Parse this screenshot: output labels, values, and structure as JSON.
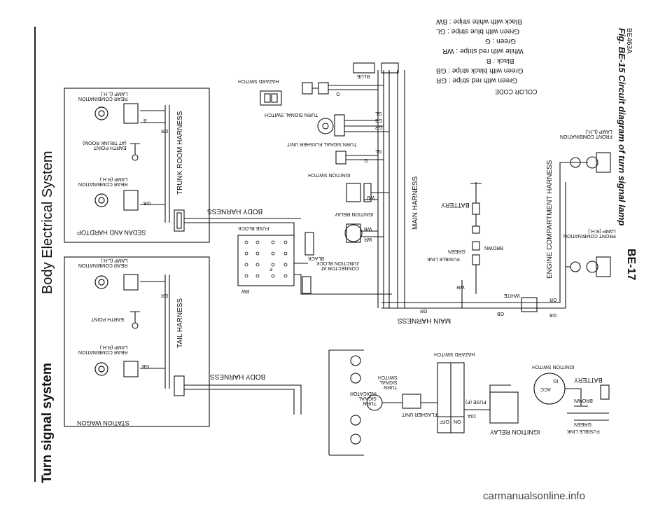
{
  "header": {
    "section_title": "Body Electrical System",
    "page_topic": "Turn signal system",
    "page_number": "BE-17",
    "figure_caption": "Fig. BE-15 Circuit diagram of turn signal lamp",
    "figure_code": "BE463A"
  },
  "color_code": {
    "title": "COLOR CODE",
    "entries": [
      {
        "code": "GR",
        "meaning": "Green with red stripe"
      },
      {
        "code": "GB",
        "meaning": "Green with black stripe"
      },
      {
        "code": "B",
        "meaning": "Black"
      },
      {
        "code": "WR",
        "meaning": "White with red stripe"
      },
      {
        "code": "G",
        "meaning": "Green"
      },
      {
        "code": "GL",
        "meaning": "Green with blue stripe"
      },
      {
        "code": "BW",
        "meaning": "Black with white stripe"
      }
    ]
  },
  "groups": {
    "sedan": "SEDAN AND HARDTOP",
    "wagon": "STATION WAGON"
  },
  "harnesses": {
    "trunk_room": "TRUNK ROOM HARNESS",
    "tail": "TAIL HARNESS",
    "body_upper": "BODY HARNESS",
    "body_lower": "BODY HARNESS",
    "main_vertical": "MAIN HARNESS",
    "main_horizontal": "MAIN HARNESS",
    "engine_compartment": "ENGINE COMPARTMENT HARNESS"
  },
  "components": {
    "rear_lamp_lh_sedan": [
      "REAR COMBINATION",
      "LAMP (L.H.)"
    ],
    "rear_lamp_rh_sedan": [
      "REAR COMBINATION",
      "LAMP (R.H.)"
    ],
    "earth_point_trunk": [
      "EARTH POINT",
      "(AT TRUNK ROOM)"
    ],
    "rear_lamp_lh_wagon": [
      "REAR COMBINATION",
      "LAMP (L.H.)"
    ],
    "rear_lamp_rh_wagon": [
      "REAR COMBINATION",
      "LAMP (R.H.)"
    ],
    "earth_point_wagon": "EARTH POINT",
    "hazard_switch": "HAZARD SWITCH",
    "turn_signal_switch": "TURN SIGNAL SWITCH",
    "flasher_unit": "TURN SIGNAL FLASHER UNIT",
    "ignition_switch": "IGNITION SWITCH",
    "ignition_relay": "IGNITION RELAY",
    "connector_block": [
      "CONNECTOR AT",
      "JUNCTION BLOCK"
    ],
    "fuse_block": "FUSE BLOCK",
    "battery": "BATTERY",
    "fusible_link": "FUSIBLE LINK",
    "front_lamp_lh": [
      "FRONT COMBINATION",
      "LAMP (L.H.)"
    ],
    "front_lamp_rh": [
      "FRONT COMBINATION",
      "LAMP (R.H.)"
    ]
  },
  "wire_labels": {
    "green": "GREEN",
    "brown": "BROWN",
    "white": "WHITE",
    "blue": "BLUE",
    "black": "BLACK",
    "codes": [
      "GR",
      "GB",
      "B",
      "WR",
      "G",
      "GL",
      "BW",
      "WB",
      "F"
    ]
  },
  "schematic": {
    "hazard_switch": "HAZARD SWITCH",
    "ignition_switch": "IGNITION SWITCH",
    "battery": "BATTERY",
    "brown": "BROWN",
    "green": "GREEN",
    "fusible_link": "FUSIBLE LINK",
    "ignition_relay": "IGNITION RELAY",
    "fuse": "FUSE (F)",
    "fuse_rating": "10A",
    "flasher_unit": "FLASHER UNIT",
    "turn_signal_switch": [
      "TURN",
      "SIGNAL",
      "SWITCH"
    ],
    "indicator": [
      "TURN",
      "SIGNAL",
      "INDICATOR"
    ],
    "off": "OFF",
    "on": "ON",
    "acc": "ACC",
    "ign": "IG"
  },
  "watermark": "carmanualsonline.info"
}
